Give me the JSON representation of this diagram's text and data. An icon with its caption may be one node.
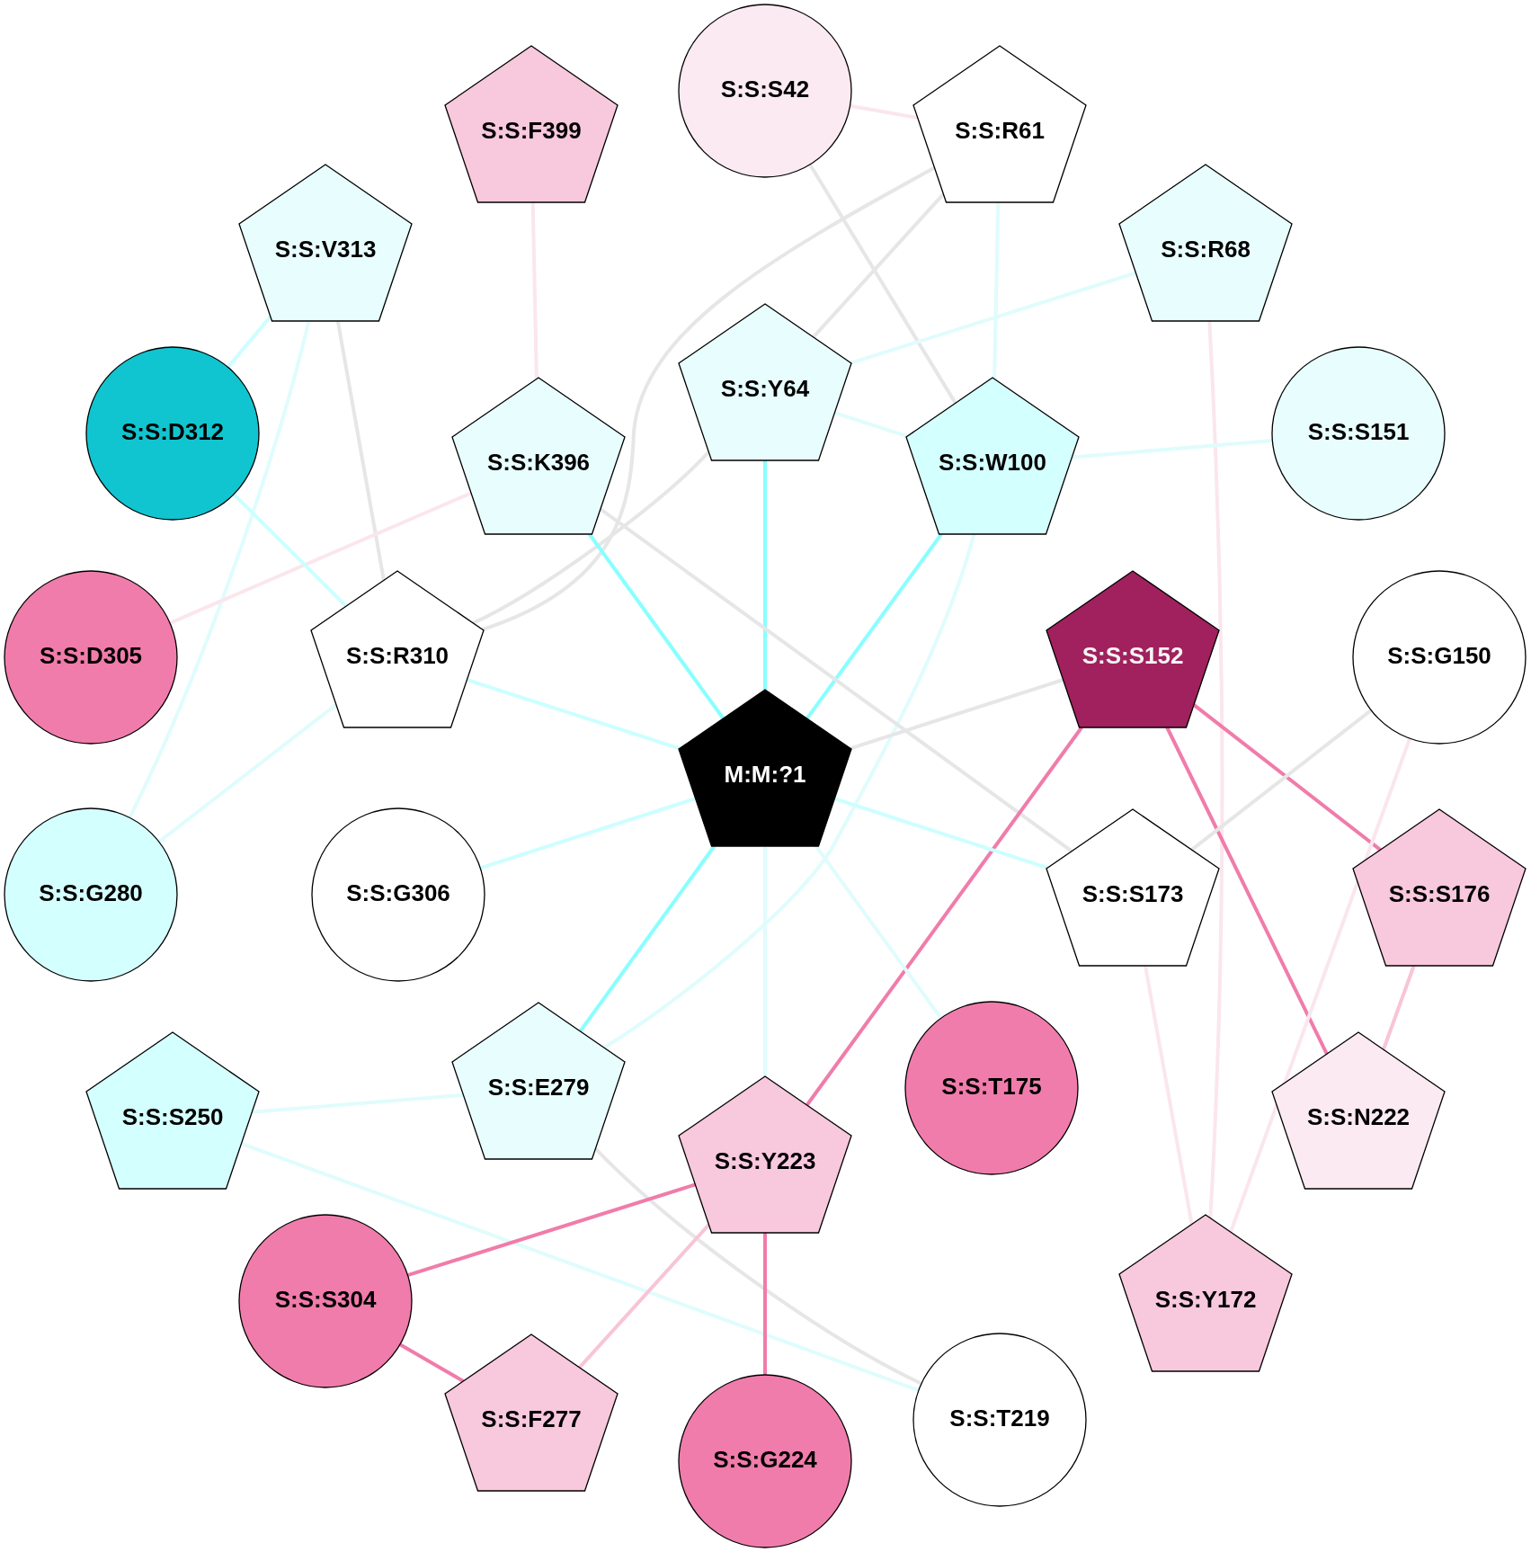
{
  "diagram": {
    "nodes": [
      {
        "text": [
          "S:S:S42"
        ]
      },
      {
        "text": [
          "S:S:F399"
        ]
      },
      {
        "text": [
          "S:S:R61"
        ]
      },
      {
        "text": [
          "S:S:V313"
        ]
      },
      {
        "text": [
          "S:S:R68"
        ]
      },
      {
        "text": [
          "S:S:Y64"
        ]
      },
      {
        "text": [
          "S:S:D312"
        ]
      },
      {
        "text": [
          "S:S:S151"
        ]
      },
      {
        "text": [
          "S:S:K396"
        ]
      },
      {
        "text": [
          "S:S:W100"
        ]
      },
      {
        "text": [
          "S:S:D305"
        ]
      },
      {
        "text": [
          "S:S:R310"
        ]
      },
      {
        "text": [
          "S:S:S152"
        ]
      },
      {
        "text": [
          "S:S:G150"
        ]
      },
      {
        "text": [
          "M:M:?1"
        ]
      },
      {
        "text": [
          "S:S:G280"
        ]
      },
      {
        "text": [
          "S:S:G306"
        ]
      },
      {
        "text": [
          "S:S:S173"
        ]
      },
      {
        "text": [
          "S:S:S176"
        ]
      },
      {
        "text": [
          "S:S:E279"
        ]
      },
      {
        "text": [
          "S:S:T175"
        ]
      },
      {
        "text": [
          "S:S:S250"
        ]
      },
      {
        "text": [
          "S:S:N222"
        ]
      },
      {
        "text": [
          "S:S:Y223"
        ]
      },
      {
        "text": [
          "S:S:S304"
        ]
      },
      {
        "text": [
          "S:S:Y172"
        ]
      },
      {
        "text": [
          "S:S:F277"
        ]
      },
      {
        "text": [
          "S:S:T219"
        ]
      },
      {
        "text": [
          "S:S:G224"
        ]
      }
    ],
    "edges": [
      {
        "from": 0,
        "to": 2,
        "arrow": "none",
        "color": "#fbe6ee"
      },
      {
        "from": 0,
        "to": 9,
        "arrow": "none",
        "color": "#e6e6e6"
      },
      {
        "from": 2,
        "to": 9,
        "arrow": "none"
      },
      {
        "from": 2,
        "to": 5,
        "arrow": "none",
        "color": "#e6e6e6"
      },
      {
        "from": 2,
        "to": 11,
        "arrow": "none",
        "color": "#e6e6e6"
      },
      {
        "from": 5,
        "to": 11,
        "arrow": "none",
        "color": "#e6e6e6"
      },
      {
        "from": 1,
        "to": 8,
        "arrow": "none",
        "color": "#fbe6ee"
      },
      {
        "from": 3,
        "to": 6,
        "arrow": "none",
        "color": "#ccffff"
      },
      {
        "from": 3,
        "to": 15,
        "arrow": "none"
      },
      {
        "from": 3,
        "to": 11,
        "arrow": "none",
        "color": "#e6e6e6"
      },
      {
        "from": 4,
        "to": 5,
        "arrow": "none"
      },
      {
        "from": 4,
        "to": 25,
        "arrow": "none",
        "color": "#fbe6ee"
      },
      {
        "from": 5,
        "to": 9,
        "arrow": "none"
      },
      {
        "from": 5,
        "to": 14,
        "arrow": "none",
        "color": "#88ffff"
      },
      {
        "from": 9,
        "to": 7,
        "arrow": "none"
      },
      {
        "from": 9,
        "to": 14,
        "arrow": "none",
        "color": "#88ffff"
      },
      {
        "from": 9,
        "to": 19,
        "arrow": "none"
      },
      {
        "from": 8,
        "to": 14,
        "arrow": "none",
        "color": "#88ffff"
      },
      {
        "from": 8,
        "to": 17,
        "arrow": "none",
        "color": "#e6e6e6"
      },
      {
        "from": 8,
        "to": 10,
        "arrow": "none",
        "color": "#fbe6ee"
      },
      {
        "from": 6,
        "to": 11,
        "arrow": "none",
        "color": "#ccffff"
      },
      {
        "from": 11,
        "to": 14,
        "arrow": "none",
        "color": "#ccffff"
      },
      {
        "from": 11,
        "to": 15,
        "arrow": "none"
      },
      {
        "from": 12,
        "to": 14,
        "arrow": "none",
        "color": "#e6e6e6"
      },
      {
        "from": 12,
        "to": 23,
        "arrow": "none",
        "color": "#f07caa"
      },
      {
        "from": 12,
        "to": 22,
        "arrow": "none",
        "color": "#f07caa"
      },
      {
        "from": 12,
        "to": 18,
        "arrow": "none",
        "color": "#f07caa"
      },
      {
        "from": 13,
        "to": 17,
        "arrow": "none",
        "color": "#e6e6e6"
      },
      {
        "from": 13,
        "to": 25,
        "arrow": "none",
        "color": "#fbe6ee"
      },
      {
        "from": 14,
        "to": 16,
        "arrow": "none",
        "color": "#ccffff"
      },
      {
        "from": 14,
        "to": 17,
        "arrow": "none",
        "color": "#ccffff"
      },
      {
        "from": 14,
        "to": 19,
        "arrow": "none",
        "color": "#88ffff"
      },
      {
        "from": 14,
        "to": 23,
        "arrow": "none"
      },
      {
        "from": 14,
        "to": 20,
        "arrow": "none"
      },
      {
        "from": 17,
        "to": 25,
        "arrow": "none",
        "color": "#fbe6ee"
      },
      {
        "from": 18,
        "to": 22,
        "arrow": "none",
        "color": "#f8c4d8"
      },
      {
        "from": 19,
        "to": 21,
        "arrow": "none"
      },
      {
        "from": 19,
        "to": 27,
        "arrow": "none",
        "color": "#e6e6e6"
      },
      {
        "from": 21,
        "to": 27,
        "arrow": "none"
      },
      {
        "from": 23,
        "to": 24,
        "arrow": "none",
        "color": "#f07caa"
      },
      {
        "from": 23,
        "to": 26,
        "arrow": "none",
        "color": "#f8c4d8"
      },
      {
        "from": 23,
        "to": 28,
        "arrow": "none",
        "color": "#f07caa"
      },
      {
        "from": 24,
        "to": 26,
        "arrow": "none",
        "color": "#f07caa"
      }
    ]
  }
}
